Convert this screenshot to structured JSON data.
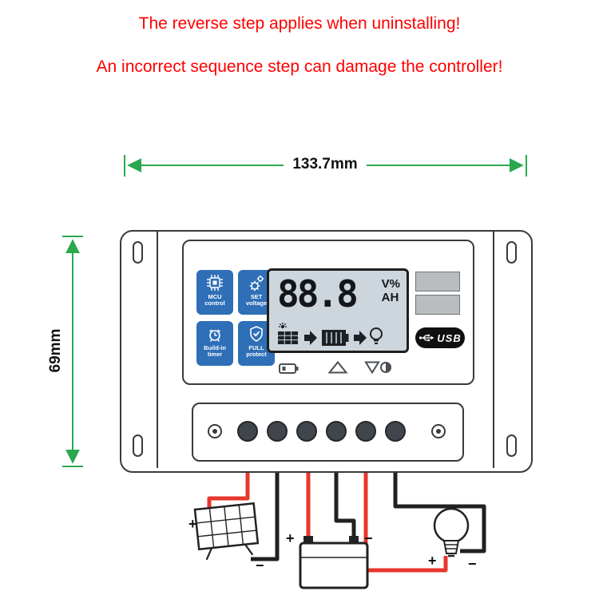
{
  "colors": {
    "warning_red": "#ff0000",
    "dimension_green": "#2aa84e",
    "tile_blue": "#2e6fb7",
    "lcd_bg": "#cdd6dd",
    "wire_red": "#e8372c",
    "wire_black": "#202020"
  },
  "warnings": {
    "line1": "The reverse step applies when uninstalling!",
    "line2": "An incorrect sequence step can damage the controller!"
  },
  "dimensions": {
    "width": "133.7mm",
    "height": "69mm"
  },
  "controller": {
    "tiles": [
      {
        "line1": "MCU",
        "line2": "control"
      },
      {
        "line1": "SET",
        "line2": "voltage"
      },
      {
        "line1": "Build-in",
        "line2": "timer"
      },
      {
        "line1": "FULL",
        "line2": "protect"
      }
    ],
    "lcd": {
      "value": "88.8",
      "unit_top": "V%",
      "unit_bottom": "AH"
    },
    "usb": {
      "label": "USB"
    }
  },
  "wiring": {
    "panel": {
      "plus": "+",
      "minus": "−"
    },
    "battery": {
      "plus": "+",
      "minus": "−"
    },
    "bulb": {
      "plus": "+",
      "minus": "−"
    }
  }
}
